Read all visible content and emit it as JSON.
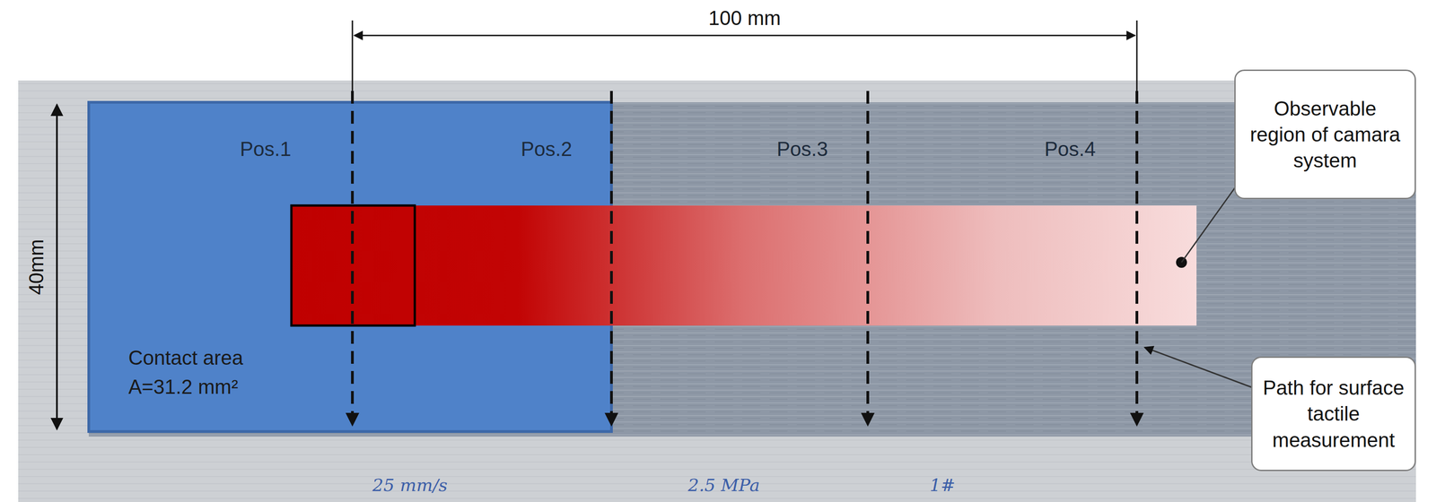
{
  "diagram": {
    "nodes": [
      {
        "text": [
          "Contact area A=31.2 mm²"
        ]
      },
      {
        "text": [
          "Observable region of camara system"
        ]
      },
      {
        "text": [
          "Path for surface tactile measurement"
        ]
      }
    ],
    "labels": [
      "100 mm",
      "40mm",
      "Pos.1",
      "Pos.2",
      "Pos.3",
      "Pos.4",
      "25 mm/s",
      "2.5 MPa",
      "1#"
    ]
  }
}
